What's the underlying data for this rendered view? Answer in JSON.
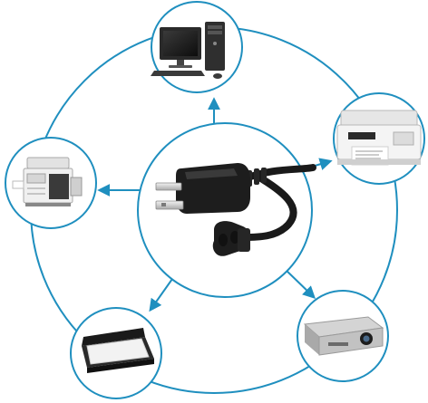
{
  "colors": {
    "ring": "#1f8fbf",
    "arrow": "#1f8fbf",
    "background": "#ffffff",
    "cord": "#1a1a1a",
    "prong": "#cfcfcf"
  },
  "hub": {
    "icon": "power-cord-icon"
  },
  "devices": [
    {
      "name": "desktop-computer",
      "icon": "desktop-computer-icon"
    },
    {
      "name": "multifunction-printer",
      "icon": "printer-icon"
    },
    {
      "name": "projector",
      "icon": "projector-icon"
    },
    {
      "name": "flatbed-scanner",
      "icon": "scanner-icon"
    },
    {
      "name": "office-copier",
      "icon": "copier-icon"
    }
  ]
}
